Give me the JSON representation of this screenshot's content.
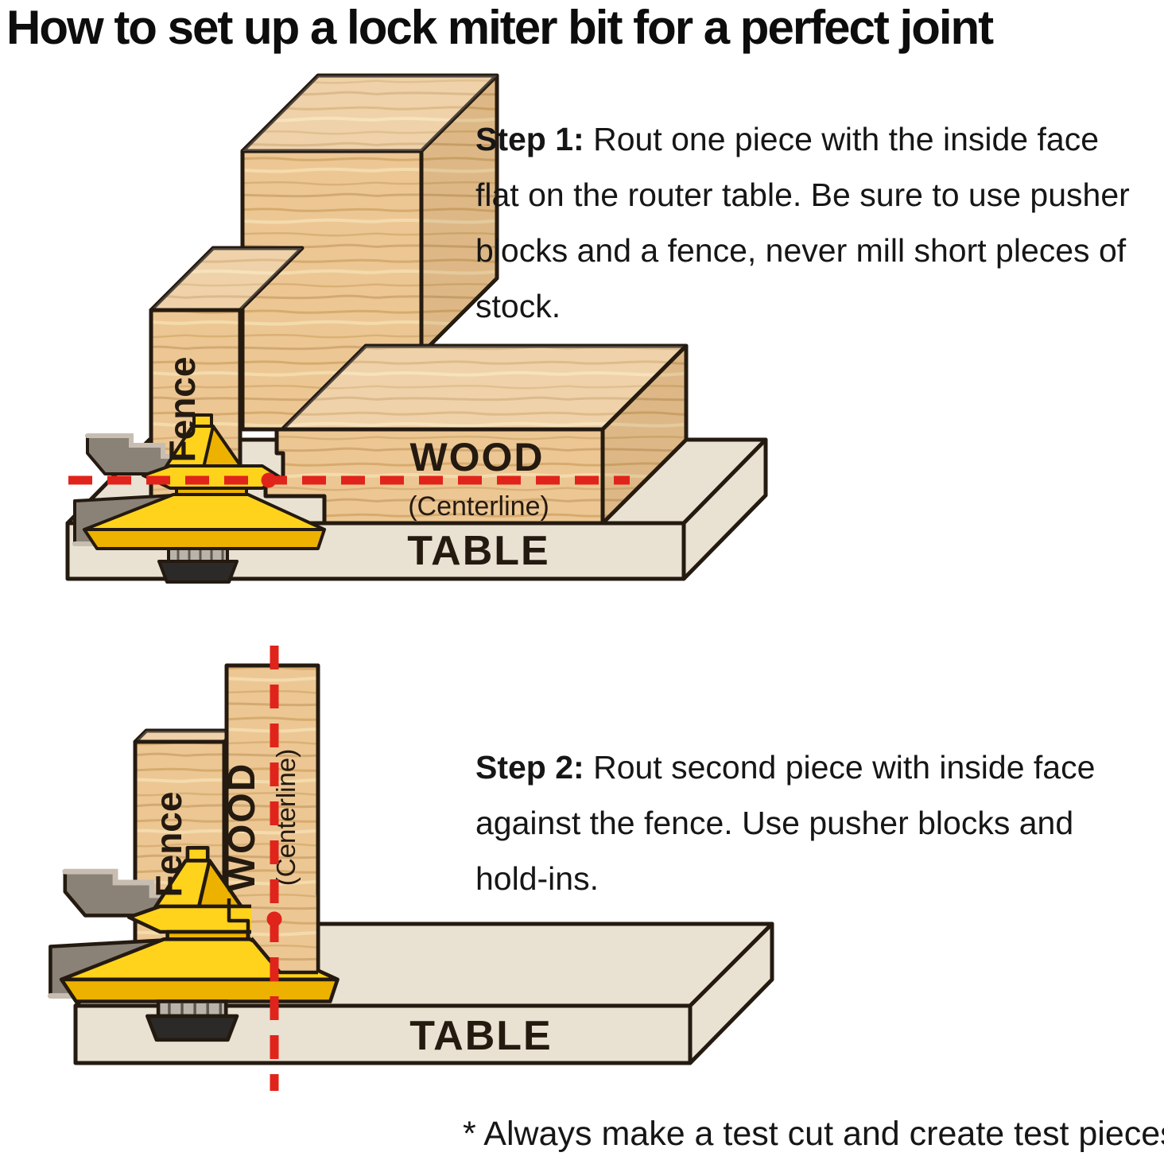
{
  "title": "How to set up a lock miter bit for a perfect joint",
  "step1": {
    "heading": "Step 1:",
    "line1": " Rout one piece with the inside face",
    "line2": "flat on the router table. Be sure to use pusher",
    "line3": "blocks and a fence, never mill short pleces of",
    "line4": "stock.",
    "labels": {
      "fence": "Fence",
      "wood": "WOOD",
      "centerline": "(Centerline)",
      "table": "TABLE"
    }
  },
  "step2": {
    "heading": "Step 2:",
    "line1": " Rout second piece with inside face",
    "line2": "against the fence. Use pusher blocks and",
    "line3": "hold-ins.",
    "labels": {
      "fence": "Fence",
      "wood": "WOOD",
      "centerline": "(Centerline)",
      "table": "TABLE"
    }
  },
  "footnote": "* Always make a test cut and create test pieces.",
  "colors": {
    "wood-base": "#ecc794",
    "wood-grain": "#cfa160",
    "wood-grain-light": "#f6e0b2",
    "wood-grain-dark": "#b98c4f",
    "table": "#e9e1d2",
    "outline": "#241a10",
    "yellow": "#ffd31c",
    "yellow-dark": "#edb200",
    "blade": "#8b8277",
    "blade-light": "#c7beb1",
    "blade-dark": "#5e564d",
    "metal": "#b9b4aa",
    "nut": "#2b2a28",
    "red": "#e0241b"
  }
}
